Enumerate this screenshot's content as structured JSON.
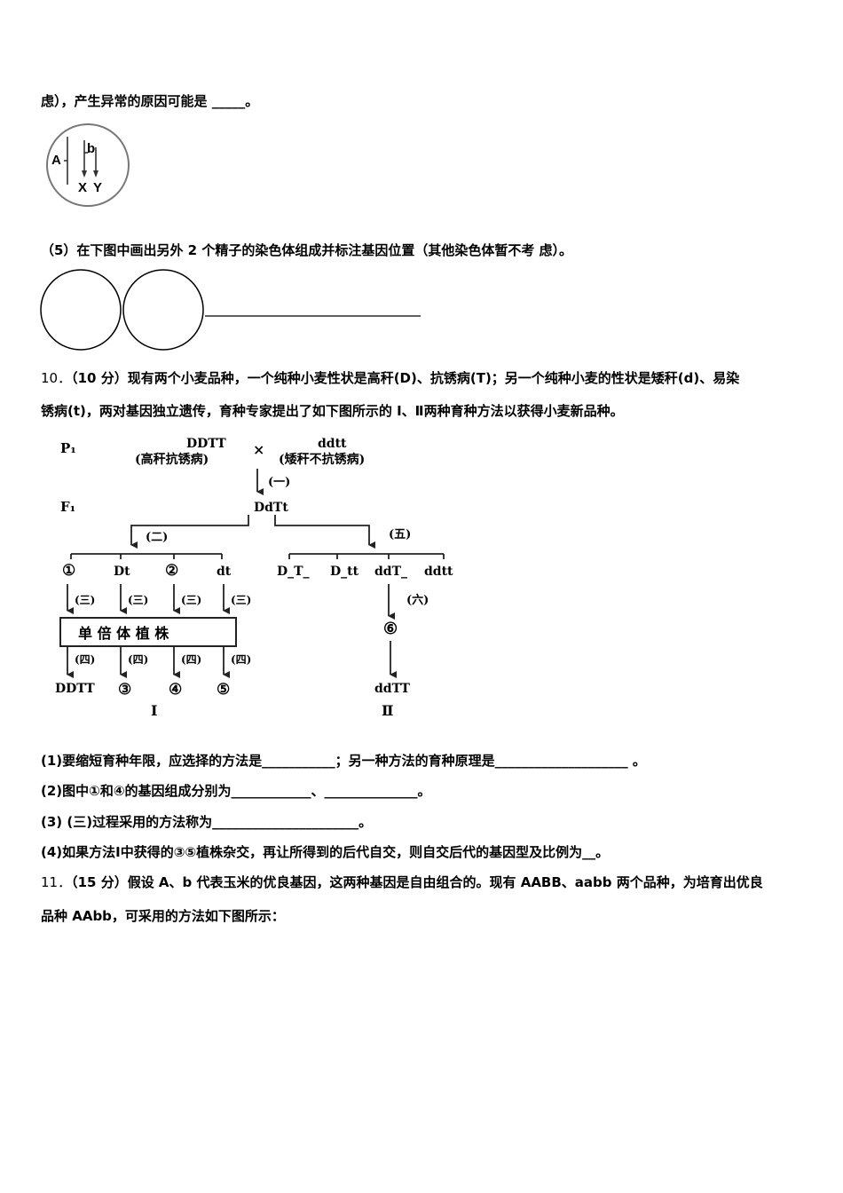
{
  "q9": {
    "line_top": "虑），产生异常的原因可能是 _____。",
    "cell_label_A": "A",
    "cell_label_b": "b",
    "cell_label_X": "X",
    "cell_label_Y": "Y",
    "part5": "（5）在下图中画出另外 2 个精子的染色体组成并标注基因位置（其他染色体暂不考 虑）。"
  },
  "q10": {
    "number": "10．",
    "intro_a": "（10 分）现有两个小麦品种，一个纯种小麦性状是高秆(D)、抗锈病(T)；另一个纯种小麦的性状是矮秆(d)、易染",
    "intro_b": "锈病(t)，两对基因独立遗传，育种专家提出了如下图所示的 Ⅰ、Ⅱ两种育种方法以获得小麦新品种。",
    "diagram": {
      "P1": "P₁",
      "F1": "F₁",
      "parent1_genotype": "DDTT",
      "parent1_trait": "(高秆抗锈病)",
      "cross": "×",
      "parent2_genotype": "ddtt",
      "parent2_trait": "(矮秆不抗锈病)",
      "step1": "(一)",
      "f1_genotype": "DdTt",
      "step2": "(二)",
      "step3": "(三)",
      "step4": "(四)",
      "step5": "(五)",
      "step6": "(六)",
      "gametes": [
        "①",
        "Dt",
        "②",
        "dt"
      ],
      "haploid": "单 倍 体 植 株",
      "results_I": [
        "DDTT",
        "③",
        "④",
        "⑤"
      ],
      "method_I": "Ⅰ",
      "f2_groups": [
        "D_T_",
        "D_tt",
        "ddT_",
        "ddtt"
      ],
      "six": "⑥",
      "result_II": "ddTT",
      "method_II": "Ⅱ"
    },
    "q1": "(1)要缩短育种年限，应选择的方法是___________；另一种方法的育种原理是____________________ 。",
    "q2": "(2)图中①和④的基因组成分别为____________、______________。",
    "q3": "(3) (三)过程采用的方法称为______________________。",
    "q4": "(4)如果方法Ⅰ中获得的③⑤植株杂交，再让所得到的后代自交，则自交后代的基因型及比例为__。"
  },
  "q11": {
    "number": "11．",
    "text_a": "（15 分）假设 A、b 代表玉米的优良基因，这两种基因是自由组合的。现有 AABB、aabb 两个品种，为培育出优良",
    "text_b": "品种 AAbb，可采用的方法如下图所示："
  }
}
